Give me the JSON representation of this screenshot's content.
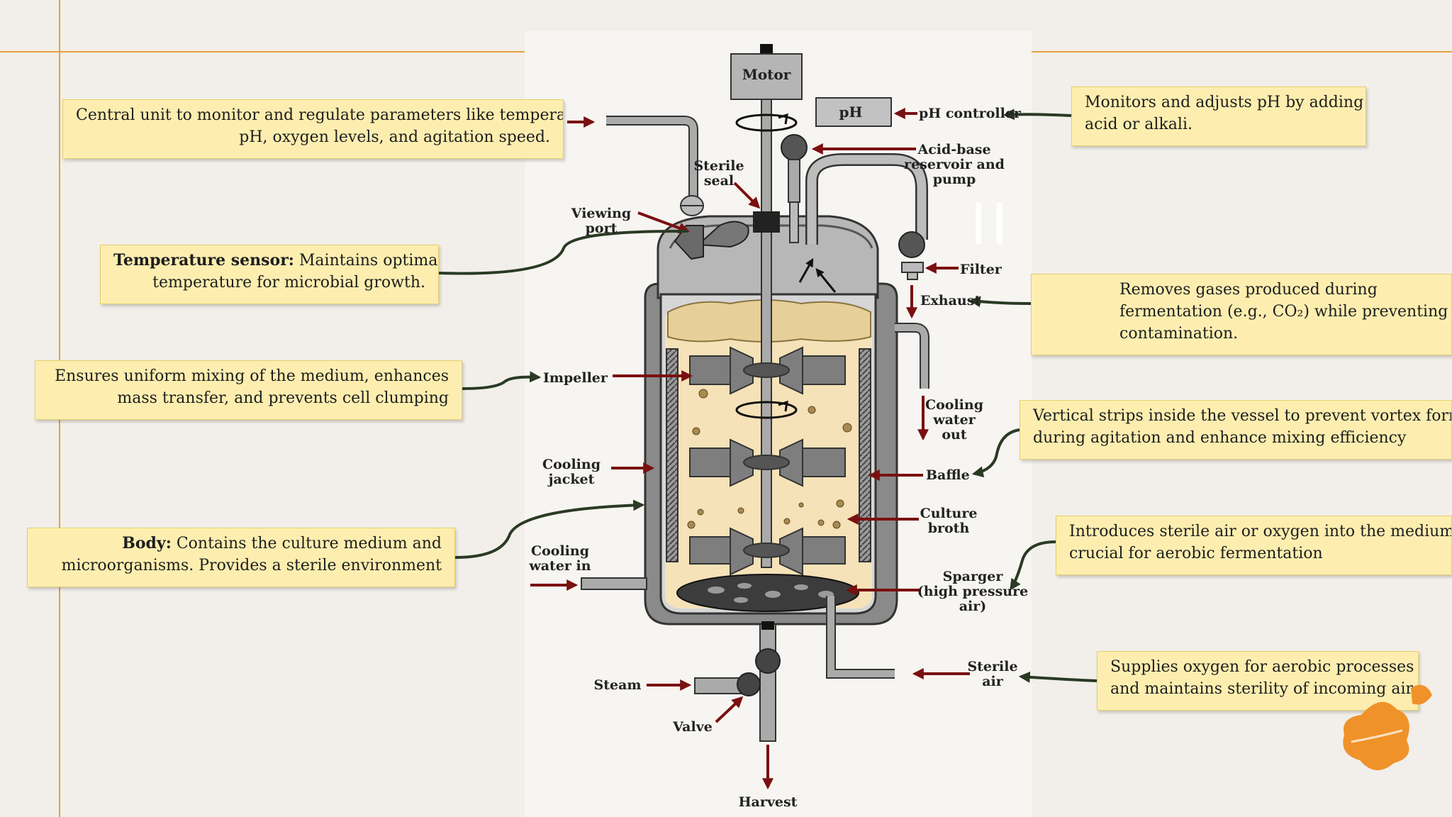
{
  "notes": {
    "control": {
      "line1": "Central unit to monitor and regulate parameters like temperature,",
      "line2": "pH, oxygen levels, and agitation speed."
    },
    "temperature": {
      "bold": "Temperature sensor:",
      "line1": " Maintains optimal",
      "line2": "temperature for microbial growth."
    },
    "impeller": {
      "line1": "Ensures uniform mixing of the medium, enhances",
      "line2": "mass transfer, and prevents cell clumping"
    },
    "body": {
      "bold": "Body:",
      "line1": " Contains the culture medium and",
      "line2": "microorganisms. Provides a sterile environment"
    },
    "ph": {
      "line1": "Monitors and adjusts pH by adding",
      "line2": "acid or alkali."
    },
    "exhaust": {
      "line1": "Removes gases produced during",
      "line2": "fermentation (e.g., CO₂) while preventing",
      "line3": "contamination."
    },
    "baffle": {
      "line1": "Vertical strips inside the vessel to prevent vortex formation",
      "line2": "during agitation and enhance mixing efficiency"
    },
    "sparger": {
      "line1": "Introduces sterile air or oxygen into the medium,",
      "line2": "crucial for aerobic fermentation"
    },
    "air": {
      "line1": "Supplies oxygen for aerobic processes",
      "line2": "and maintains sterility of incoming air."
    }
  },
  "labels": {
    "motor": "Motor",
    "ph_box": "pH",
    "ph_controller": "pH controller",
    "acid_base_1": "Acid-base",
    "acid_base_2": "reservoir  and",
    "acid_base_3": "pump",
    "sterile_seal_1": "Sterile",
    "sterile_seal_2": "seal",
    "viewing_port_1": "Viewing",
    "viewing_port_2": "port",
    "filter": "Filter",
    "exhaust": "Exhaust",
    "impeller": "Impeller",
    "cooling_out_1": "Cooling",
    "cooling_out_2": "water",
    "cooling_out_3": "out",
    "cooling_jacket_1": "Cooling",
    "cooling_jacket_2": "jacket",
    "baffle": "Baffle",
    "culture_broth_1": "Culture",
    "culture_broth_2": "broth",
    "cooling_in_1": "Cooling",
    "cooling_in_2": "water in",
    "sparger_1": "Sparger",
    "sparger_2": "(high pressure",
    "sparger_3": "air)",
    "sterile_air_1": "Sterile",
    "sterile_air_2": "air",
    "steam": "Steam",
    "valve": "Valve",
    "harvest": "Harvest"
  },
  "colors": {
    "arrow_red": "#7a1010",
    "connector": "#2a3a24",
    "accent_orange": "#e8a040",
    "note_fill": "#fdeeb0"
  }
}
